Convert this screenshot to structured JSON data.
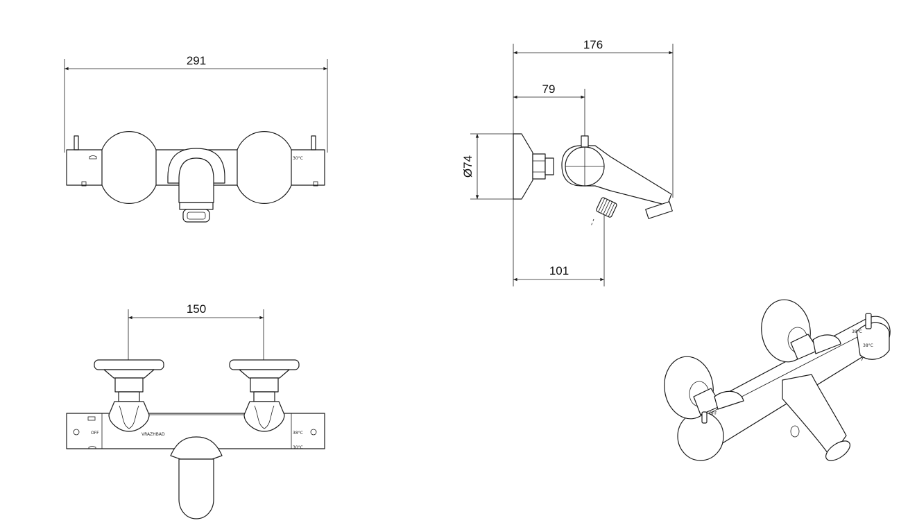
{
  "dimensions": {
    "front_width": "291",
    "side_depth_total": "176",
    "side_depth_spindle": "79",
    "side_diameter": "Ø74",
    "side_depth_outlet": "101",
    "bottom_center_distance": "150"
  },
  "markings": {
    "temp_top": "30°C",
    "temp_bottom_main": "38°C",
    "temp_bottom_sub": "30°C",
    "off_label": "OFF",
    "brand": "VRAZHBAD",
    "temp_iso_1": "38°C",
    "temp_iso_2": "38°C",
    "off_iso": "OFF"
  },
  "colors": {
    "line": "#1a1a1a",
    "background": "#ffffff"
  }
}
